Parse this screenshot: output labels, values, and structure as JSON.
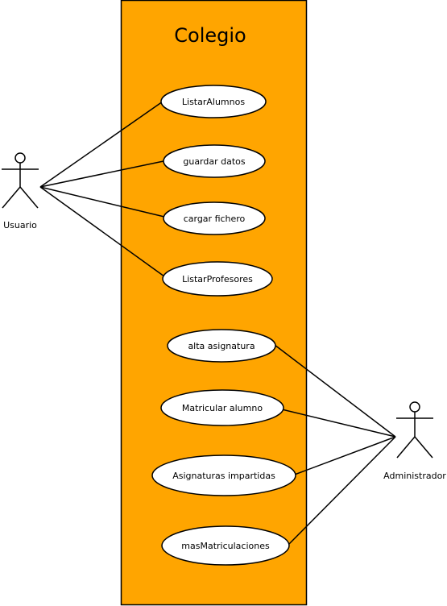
{
  "diagram": {
    "type": "use-case",
    "system": {
      "title": "Colegio",
      "fill": "#FFA500",
      "stroke": "#000000"
    },
    "actors": [
      {
        "id": "usuario",
        "name": "Usuario"
      },
      {
        "id": "administrador",
        "name": "Administrador"
      }
    ],
    "use_cases": [
      {
        "id": "uc1",
        "label": "ListarAlumnos",
        "actor": "usuario"
      },
      {
        "id": "uc2",
        "label": "guardar datos",
        "actor": "usuario"
      },
      {
        "id": "uc3",
        "label": "cargar fichero",
        "actor": "usuario"
      },
      {
        "id": "uc4",
        "label": "ListarProfesores",
        "actor": "usuario"
      },
      {
        "id": "uc5",
        "label": "alta asignatura",
        "actor": "administrador"
      },
      {
        "id": "uc6",
        "label": "Matricular alumno",
        "actor": "administrador"
      },
      {
        "id": "uc7",
        "label": "Asignaturas impartidas",
        "actor": "administrador"
      },
      {
        "id": "uc8",
        "label": "masMatriculaciones",
        "actor": "administrador"
      }
    ]
  }
}
